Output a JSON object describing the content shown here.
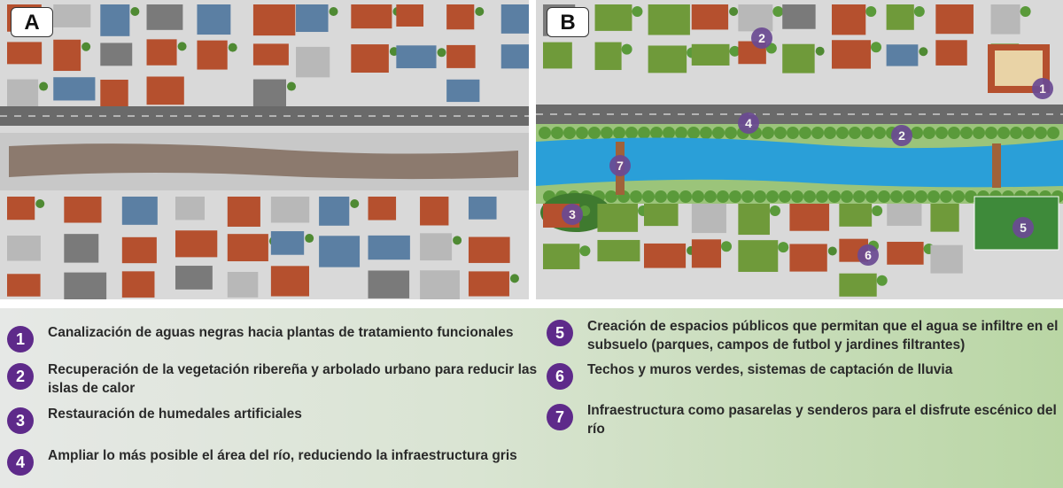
{
  "panels": {
    "a": {
      "label": "A"
    },
    "b": {
      "label": "B",
      "markers": [
        "1",
        "2",
        "2",
        "4",
        "7",
        "3",
        "5",
        "6"
      ]
    }
  },
  "legend": {
    "items": [
      {
        "num": "1",
        "text": "Canalización de aguas negras hacia plantas de tratamiento funcionales"
      },
      {
        "num": "2",
        "text": "Recuperación de la vegetación ribereña y arbolado urbano para reducir las islas de calor"
      },
      {
        "num": "3",
        "text": "Restauración de humedales artificiales"
      },
      {
        "num": "4",
        "text": "Ampliar lo más posible el área del río, reduciendo la infraestructura gris"
      },
      {
        "num": "5",
        "text": "Creación de espacios públicos que permitan que el agua se infiltre en el subsuelo (parques, campos de futbol y jardines filtrantes)"
      },
      {
        "num": "6",
        "text": "Techos y muros verdes, sistemas de captación de lluvia"
      },
      {
        "num": "7",
        "text": "Infraestructura como pasarelas y  senderos para el disfrute escénico del río"
      }
    ]
  },
  "colors": {
    "marker": "#5e2a8a",
    "river_a": "#8c7a6e",
    "river_b": "#2a9fd8",
    "roof": "#b5502e",
    "tree": "#5a9a3a"
  }
}
